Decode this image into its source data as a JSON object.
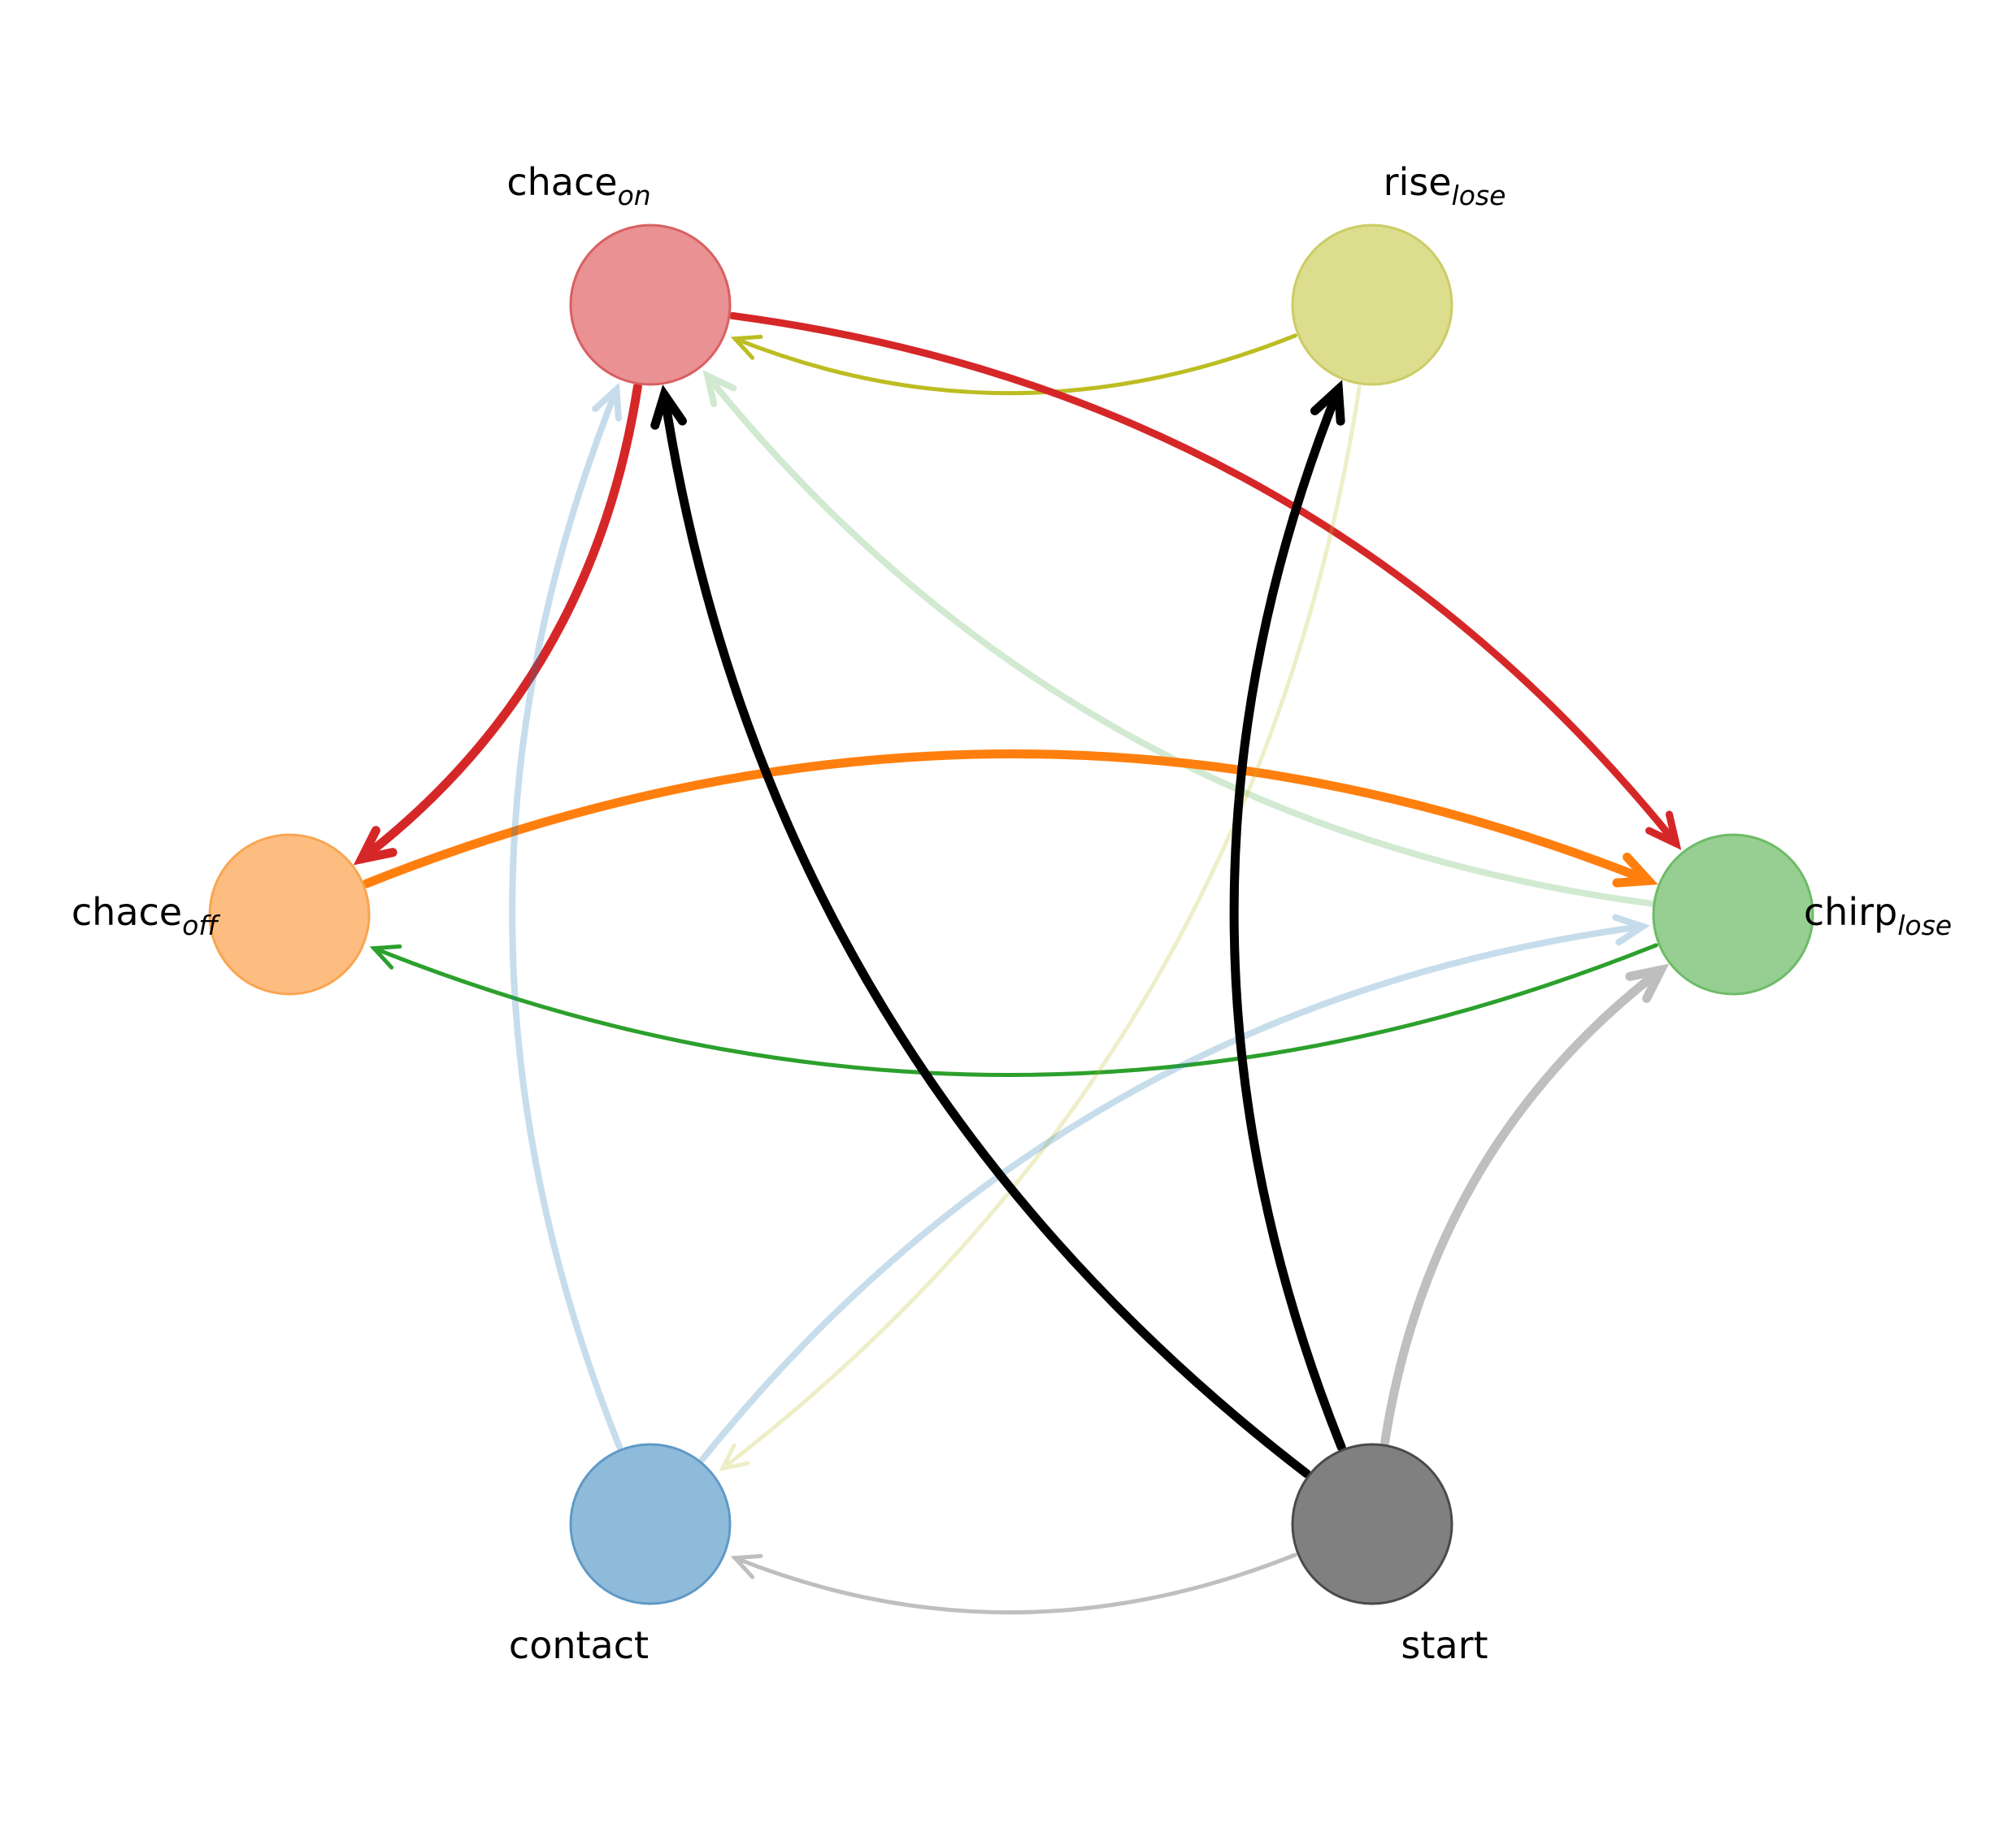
{
  "nodes": [
    {
      "id": "chace_on",
      "label": "chace",
      "sub": "on",
      "fill": "#e99193",
      "stroke": "#d95f61"
    },
    {
      "id": "rise_lose",
      "label": "rise",
      "sub": "lose",
      "fill": "#dcdd8d",
      "stroke": "#cccc66"
    },
    {
      "id": "chace_off",
      "label": "chace",
      "sub": "off",
      "fill": "#fdbd81",
      "stroke": "#f9a550"
    },
    {
      "id": "chirp_lose",
      "label": "chirp",
      "sub": "lose",
      "fill": "#96cf91",
      "stroke": "#6ebb68"
    },
    {
      "id": "contact",
      "label": "contact",
      "sub": "",
      "fill": "#8fbbdb",
      "stroke": "#5f99c6"
    },
    {
      "id": "start",
      "label": "start",
      "sub": "",
      "fill": "#808080",
      "stroke": "#4a4a4a"
    }
  ],
  "edges": [
    {
      "from": "rise_lose",
      "to": "chace_on",
      "color": "#bcbd22",
      "opacity": 1.0,
      "weight": "thin"
    },
    {
      "from": "chirp_lose",
      "to": "chace_on",
      "color": "#2ca02c",
      "opacity": 0.22,
      "weight": "medium"
    },
    {
      "from": "chace_on",
      "to": "chace_off",
      "color": "#d62728",
      "opacity": 1.0,
      "weight": "thick"
    },
    {
      "from": "chace_on",
      "to": "chirp_lose",
      "color": "#d62728",
      "opacity": 1.0,
      "weight": "medium-thick"
    },
    {
      "from": "chirp_lose",
      "to": "chace_off",
      "color": "#2ca02c",
      "opacity": 1.0,
      "weight": "thin"
    },
    {
      "from": "chace_off",
      "to": "chirp_lose",
      "color": "#ff7f0e",
      "opacity": 1.0,
      "weight": "thick"
    },
    {
      "from": "rise_lose",
      "to": "contact",
      "color": "#bcbd22",
      "opacity": 0.25,
      "weight": "thin"
    },
    {
      "from": "contact",
      "to": "chace_on",
      "color": "#1f77b4",
      "opacity": 0.25,
      "weight": "medium"
    },
    {
      "from": "contact",
      "to": "chirp_lose",
      "color": "#1f77b4",
      "opacity": 0.25,
      "weight": "medium"
    },
    {
      "from": "start",
      "to": "contact",
      "color": "#7f7f7f",
      "opacity": 0.5,
      "weight": "thin"
    },
    {
      "from": "start",
      "to": "chace_on",
      "color": "#000000",
      "opacity": 1.0,
      "weight": "thick"
    },
    {
      "from": "start",
      "to": "rise_lose",
      "color": "#000000",
      "opacity": 1.0,
      "weight": "thick"
    },
    {
      "from": "start",
      "to": "chirp_lose",
      "color": "#7f7f7f",
      "opacity": 0.5,
      "weight": "thick"
    }
  ]
}
